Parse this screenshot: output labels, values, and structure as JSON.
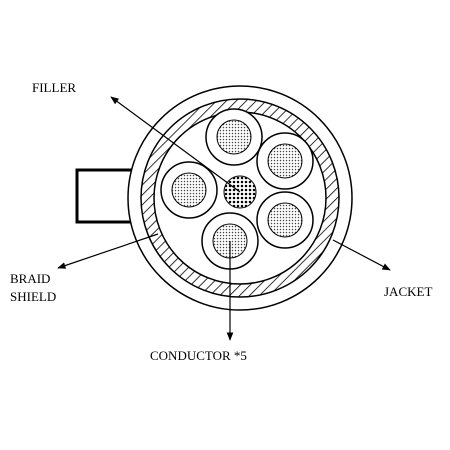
{
  "labels": {
    "filler": "FILLER",
    "braid_shield_line1": "BRAID",
    "braid_shield_line2": "SHIELD",
    "jacket": "JACKET",
    "conductor": "CONDUCTOR *5"
  },
  "colors": {
    "stroke": "#000000",
    "background": "#ffffff",
    "dots": "#444444"
  }
}
